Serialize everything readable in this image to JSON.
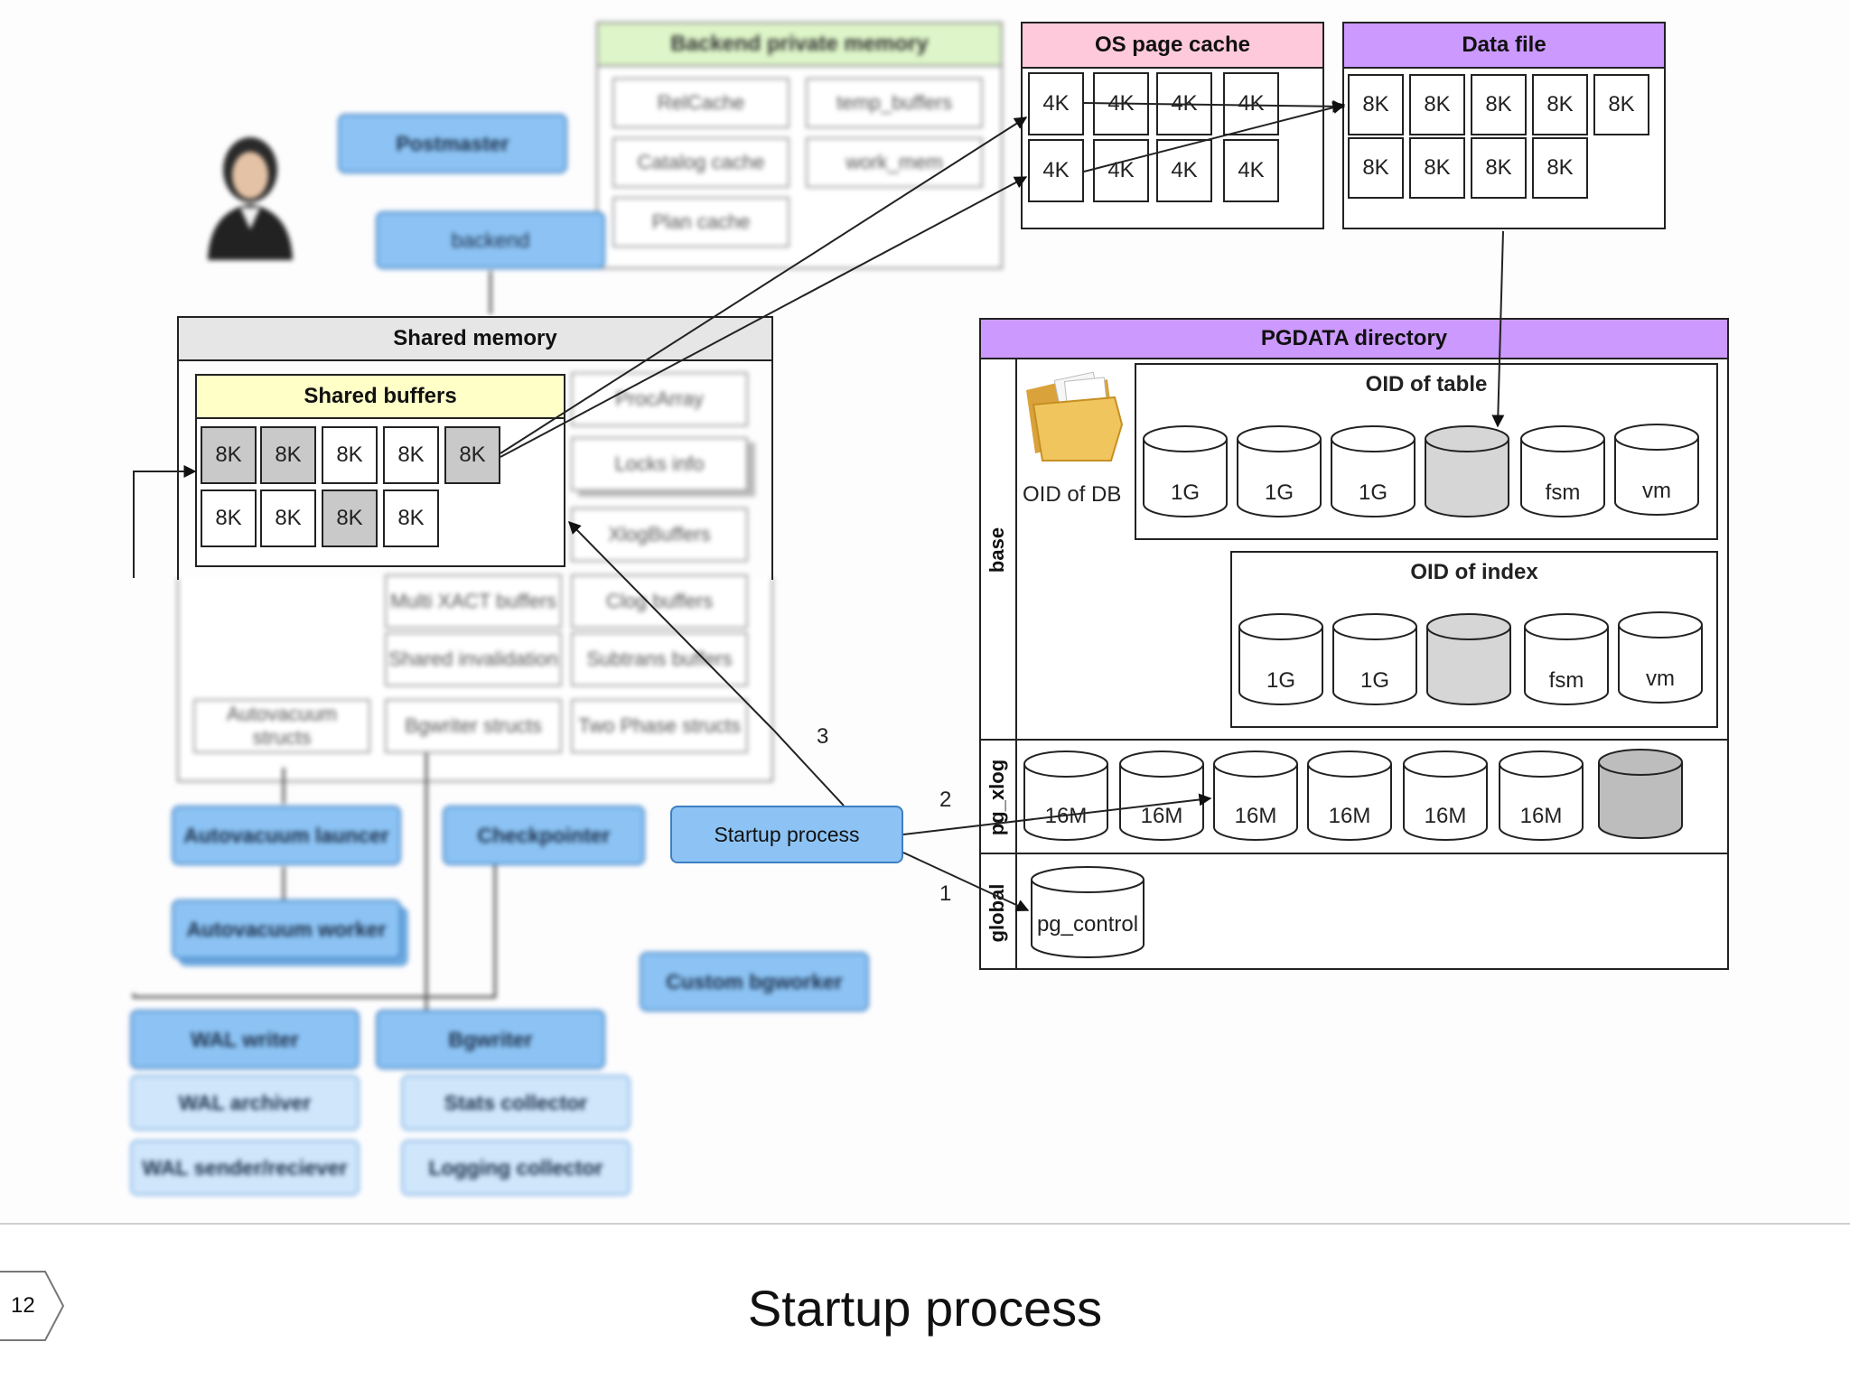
{
  "slide": {
    "page_number": "12",
    "title": "Startup process"
  },
  "colors": {
    "process_blue": "#8cc3f4",
    "backend_private_header": "#ddf5c8",
    "os_cache_header": "#ffc9dc",
    "data_file_header": "#cc99ff",
    "pgdata_header": "#cc99ff",
    "shared_buffers_header": "#ffffc8",
    "gray_page": "#c9c9c9"
  },
  "backend_private": {
    "header": "Backend private memory",
    "items": [
      "RelCache",
      "temp_buffers",
      "Catalog cache",
      "work_mem",
      "Plan cache"
    ]
  },
  "processes": {
    "postmaster": "Postmaster",
    "backend": "backend",
    "autovacuum_launcher": "Autovacuum launcer",
    "checkpointer": "Checkpointer",
    "autovacuum_worker": "Autovacuum worker",
    "custom_bgworker": "Custom bgworker",
    "wal_writer": "WAL writer",
    "bgwriter": "Bgwriter",
    "wal_archiver": "WAL archiver",
    "stats_collector": "Stats collector",
    "wal_sender": "WAL sender/reciever",
    "logging_collector": "Logging collector",
    "startup": "Startup process"
  },
  "os_page_cache": {
    "header": "OS page cache",
    "pages": [
      "4K",
      "4K",
      "4K",
      "4K",
      "4K",
      "4K",
      "4K",
      "4K"
    ]
  },
  "data_file": {
    "header": "Data file",
    "pages": [
      "8K",
      "8K",
      "8K",
      "8K",
      "8K",
      "8K",
      "8K",
      "8K",
      "8K"
    ]
  },
  "shared_memory": {
    "header": "Shared memory",
    "shared_buffers": {
      "header": "Shared buffers",
      "row1": [
        "8K",
        "8K",
        "8K",
        "8K",
        "8K"
      ],
      "row2": [
        "8K",
        "8K",
        "8K",
        "8K"
      ]
    },
    "structs": {
      "procarray": "ProcArray",
      "locks_info": "Locks info",
      "xlogbuffers": "XlogBuffers",
      "multixact": "Multi XACT buffers",
      "clog": "Clog buffers",
      "shared_inval": "Shared invalidation",
      "subtrans": "Subtrans buffers",
      "autovacuum_structs": "Autovacuum structs",
      "bgwriter_structs": "Bgwriter structs",
      "two_phase": "Two Phase structs"
    }
  },
  "pgdata": {
    "header": "PGDATA directory",
    "base_label": "base",
    "pg_xlog_label": "pg_xlog",
    "global_label": "global",
    "oid_of_db": "OID of DB",
    "oid_of_table": {
      "header": "OID of table",
      "files": [
        "1G",
        "1G",
        "1G",
        "",
        "fsm",
        "vm"
      ]
    },
    "oid_of_index": {
      "header": "OID of index",
      "files": [
        "1G",
        "1G",
        "",
        "fsm",
        "vm"
      ]
    },
    "xlog_files": [
      "16M",
      "16M",
      "16M",
      "16M",
      "16M",
      "16M",
      ""
    ],
    "pg_control": "pg_control"
  },
  "arrow_labels": {
    "one": "1",
    "two": "2",
    "three": "3"
  }
}
